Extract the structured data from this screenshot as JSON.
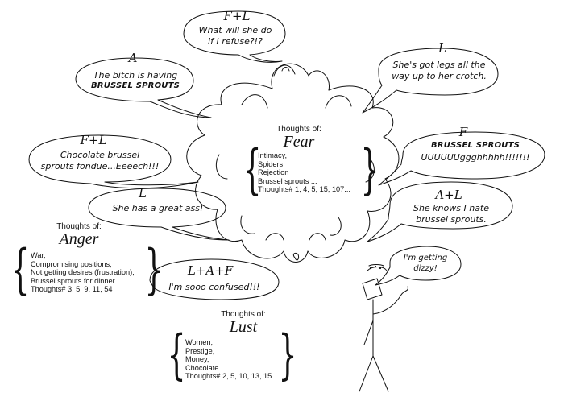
{
  "speech": {
    "top": {
      "who": "F+L",
      "line1": "What will she do",
      "line2": "if I refuse?!?"
    },
    "topleft": {
      "who": "A",
      "line1": "The bitch is having",
      "line2": "BRUSSEL SPROUTS"
    },
    "topright": {
      "who": "L",
      "line1": "She's got legs all the",
      "line2": "way up to her crotch."
    },
    "midleft": {
      "who": "F+L",
      "line1": "Chocolate brussel",
      "line2": "sprouts fondue...Eeeech!!!"
    },
    "midright": {
      "who": "F",
      "line1": "BRUSSEL SPROUTS",
      "line2": "UUUUUUggghhhhh!!!!!!!"
    },
    "lowleft": {
      "who": "L",
      "line1": "She has a great ass!"
    },
    "lowright": {
      "who": "A+L",
      "line1": "She knows I hate",
      "line2": "brussel sprouts."
    },
    "bottom": {
      "who": "L+A+F",
      "line1": "I'm sooo confused!!!"
    },
    "person": {
      "line1": "I'm getting",
      "line2": "dizzy!"
    }
  },
  "groups": {
    "fear": {
      "heading": "Thoughts of:",
      "title": "Fear",
      "items": [
        "Intimacy,",
        "Spiders",
        "Rejection",
        "Brussel sprouts ...",
        "Thoughts# 1, 4, 5, 15, 107..."
      ]
    },
    "anger": {
      "heading": "Thoughts of:",
      "title": "Anger",
      "items": [
        "War,",
        "Compromising positions,",
        "Not getting desires (frustration),",
        "Brussel sprouts for dinner ...",
        "Thoughts# 3, 5, 9, 11, 54"
      ]
    },
    "lust": {
      "heading": "Thoughts of:",
      "title": "Lust",
      "items": [
        "Women,",
        "Prestige,",
        "Money,",
        "Chocolate ...",
        "Thoughts# 2, 5, 10, 13, 15"
      ]
    }
  },
  "braces": {
    "open": "{",
    "close": "}"
  }
}
